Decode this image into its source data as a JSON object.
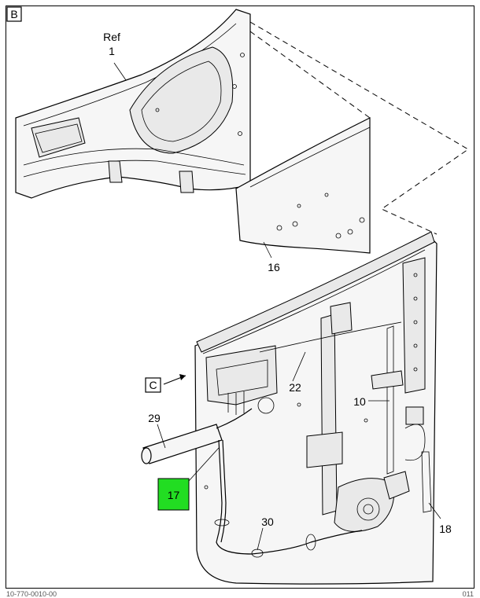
{
  "view_label": "B",
  "detail_ref": "C",
  "highlight_color": "#22dd22",
  "callouts": {
    "ref_text": "Ref",
    "c1": "1",
    "c16": "16",
    "c22": "22",
    "c10": "10",
    "c29": "29",
    "c17": "17",
    "c30": "30",
    "c18": "18"
  },
  "footer": {
    "left": "10-770-0010-00",
    "right": "011"
  }
}
